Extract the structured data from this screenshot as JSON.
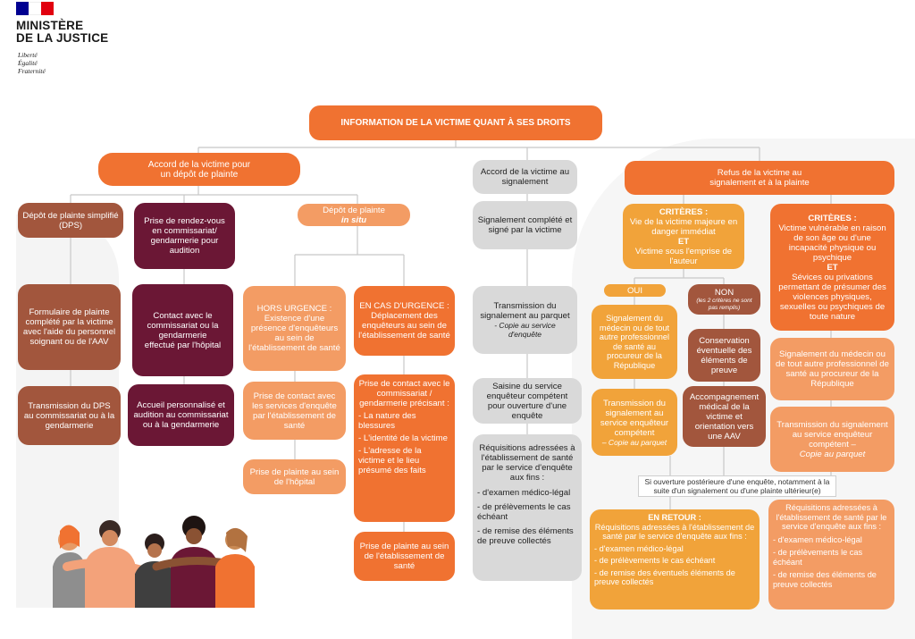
{
  "logo": {
    "title_line1": "MINISTÈRE",
    "title_line2": "DE LA JUSTICE",
    "motto1": "Liberté",
    "motto2": "Égalité",
    "motto3": "Fraternité",
    "flag_colors": [
      "#000091",
      "#ffffff",
      "#e1000f"
    ]
  },
  "colors": {
    "orange": "#f07231",
    "light_orange": "#f39c64",
    "sienna": "#a2563d",
    "wine": "#6b1735",
    "grey": "#d9d9d9",
    "amber": "#f1a33a",
    "peach": "#f9c9ae"
  },
  "root": "INFORMATION DE LA VICTIME QUANT À SES DROITS",
  "left": {
    "accord_plainte": "Accord de la victime pour un dépôt de plainte",
    "dps": "Dépôt de plainte simplifié (DPS)",
    "rdv": "Prise de rendez-vous en commissariat/ gendarmerie pour audition",
    "in_situ_line1": "Dépôt de plainte",
    "in_situ_line2": "in situ",
    "formulaire": "Formulaire de plainte complété par la victime avec l'aide du personnel soignant ou de l'AAV",
    "contact": "Contact avec le commissariat ou la gendarmerie effectué par l'hôpital",
    "transmission_dps": "Transmission du DPS au commissariat ou à la gendarmerie",
    "accueil": "Accueil personnalisé et audition au commissariat ou à la gendarmerie",
    "hors_urgence_title": "HORS URGENCE :",
    "hors_urgence_text": "Existence d'une présence d'enquêteurs au sein de l'établissement de santé",
    "prise_contact": "Prise de contact avec les services d'enquête par l'établissement de santé",
    "plainte_hopital": "Prise de plainte au sein de l'hôpital",
    "urgence_title": "EN CAS D'URGENCE :",
    "urgence_text": "Déplacement des enquêteurs au sein de l'établissement de santé",
    "precisant": "Prise de contact avec le commissariat / gendarmerie précisant :",
    "precisant_items": [
      "- La nature des blessures",
      "- L'identité de la victime",
      "- L'adresse de la victime et le lieu présumé des faits"
    ],
    "plainte_etab": "Prise de plainte au sein de l'établissement de santé"
  },
  "middle": {
    "accord_signalement": "Accord de la victime au signalement",
    "signalement_signe": "Signalement complété et signé par la victime",
    "transmission_parquet": "Transmission du signalement au parquet",
    "copie": "- Copie au service d'enquête",
    "saisine": "Saisine du service enquêteur compétent pour ouverture d'une enquête",
    "requisitions_intro": "Réquisitions adressées à l'établissement de santé par le service d'enquête aux fins :",
    "requisitions_items": [
      "- d'examen médico-légal",
      "- de prélèvements le cas échéant",
      "- de remise des éléments de preuve collectés"
    ]
  },
  "right": {
    "refus": "Refus de la victime au signalement et à la plainte",
    "crit1_title": "CRITÈRES :",
    "crit1_text1": "Vie de la victime majeure en danger immédiat",
    "crit1_et": "ET",
    "crit1_text2": "Victime sous l'emprise de l'auteur",
    "oui": "OUI",
    "non": "NON",
    "non_note": "(les 2 critères ne sont pas remplis)",
    "signalement_medecin": "Signalement du médecin ou de tout autre professionnel de santé au procureur de la République",
    "conservation": "Conservation éventuelle des éléments de preuve",
    "transmission_enqueteur": "Transmission du signalement au service enquêteur compétent",
    "copie_parquet": "– Copie au parquet",
    "accompagnement": "Accompagnement médical de la victime et orientation vers une AAV",
    "crit2_title": "CRITÈRES :",
    "crit2_text1": "Victime vulnérable en raison de son âge ou d'une incapacité physique ou psychique",
    "crit2_et": "ET",
    "crit2_text2": "Sévices ou privations permettant de présumer des violences physiques, sexuelles ou psychiques de toute nature",
    "signalement_medecin2": "Signalement du médecin ou de tout autre professionnel de santé au procureur de la République",
    "transmission2": "Transmission du signalement au service enquêteur compétent –",
    "copie_parquet2": "Copie au parquet",
    "note": "Si ouverture postérieure d'une enquête, notamment à la suite d'un signalement ou d'une plainte ultérieur(e)",
    "en_retour_title": "EN RETOUR :",
    "en_retour_intro": "Réquisitions adressées à l'établissement de santé par le service d'enquête aux fins :",
    "en_retour_items": [
      "- d'examen médico-légal",
      "- de prélèvements le cas échéant",
      "- de remise des éventuels éléments de preuve collectés"
    ],
    "requisitions2_intro": "Réquisitions adressées à l'établissement de santé par le service d'enquête aux fins :",
    "requisitions2_items": [
      "- d'examen médico-légal",
      "- de prélèvements le cas échéant",
      "- de remise des éléments de preuve collectés"
    ]
  }
}
